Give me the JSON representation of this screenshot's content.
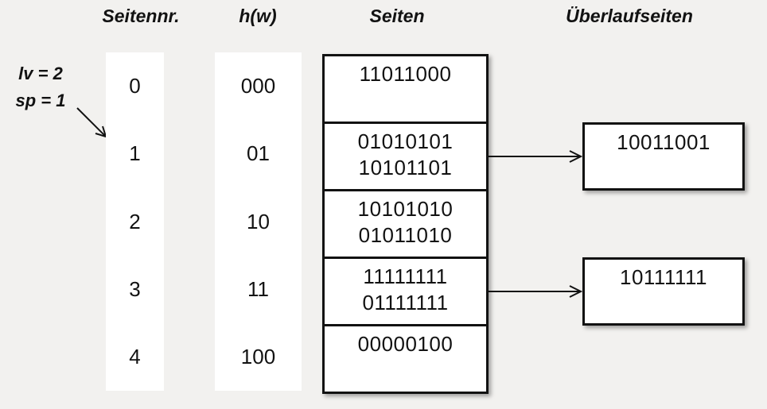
{
  "colors": {
    "background": "#f2f1ef",
    "box_fill": "#ffffff",
    "line": "#121212"
  },
  "headers": {
    "seitennr": "Seitennr.",
    "hw": "h(w)",
    "seiten": "Seiten",
    "ueberlaufseiten": "Überlaufseiten"
  },
  "annotation": {
    "lv": "lv = 2",
    "sp": "sp = 1"
  },
  "buckets": [
    {
      "nr": "0",
      "hw": "000",
      "values": [
        "11011000",
        ""
      ]
    },
    {
      "nr": "1",
      "hw": "01",
      "values": [
        "01010101",
        "10101101"
      ]
    },
    {
      "nr": "2",
      "hw": "10",
      "values": [
        "10101010",
        "01011010"
      ]
    },
    {
      "nr": "3",
      "hw": "11",
      "values": [
        "11111111",
        "01111111"
      ]
    },
    {
      "nr": "4",
      "hw": "100",
      "values": [
        "00000100",
        ""
      ]
    }
  ],
  "overflow": [
    {
      "from_bucket": "1",
      "value": "10011001"
    },
    {
      "from_bucket": "3",
      "value": "10111111"
    }
  ]
}
